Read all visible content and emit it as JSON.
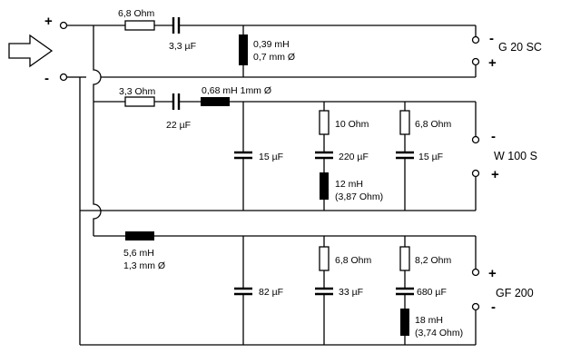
{
  "sections": [
    {
      "speaker": "G 20 SC",
      "plus": "+",
      "minus": "-",
      "series_resistor": "6,8 Ohm",
      "series_capacitor": "3,3 µF",
      "shunt_inductor": [
        "0,39 mH",
        "0,7 mm Ø"
      ]
    },
    {
      "speaker": "W 100 S",
      "plus": "+",
      "minus": "-",
      "series_resistor": "3,3 Ohm",
      "series_capacitor": "22 µF",
      "series_inductor": "0,68 mH 1mm Ø",
      "shunt_capacitor_1": "15 µF",
      "branch_2": {
        "resistor": "10 Ohm",
        "capacitor": "220 µF",
        "inductor": [
          "12 mH",
          "(3,87 Ohm)"
        ]
      },
      "branch_3": {
        "resistor": "6,8 Ohm",
        "capacitor": "15 µF"
      }
    },
    {
      "speaker": "GF 200",
      "plus": "+",
      "minus": "-",
      "series_inductor": [
        "5,6 mH",
        "1,3 mm Ø"
      ],
      "shunt_capacitor_1": "82 µF",
      "branch_2": {
        "resistor": "6,8 Ohm",
        "capacitor": "33 µF"
      },
      "branch_3": {
        "resistor": "8,2 Ohm",
        "capacitor": "680 µF",
        "inductor": [
          "18 mH",
          "(3,74 Ohm)"
        ]
      }
    }
  ],
  "input": {
    "plus": "+",
    "minus": "-"
  }
}
